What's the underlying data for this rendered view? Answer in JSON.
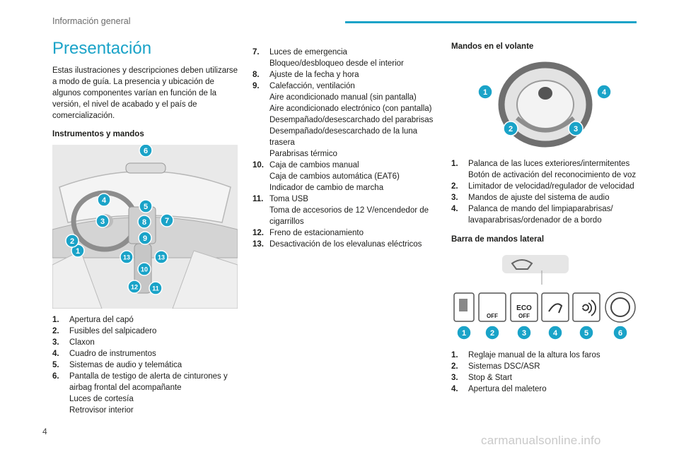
{
  "header": {
    "section_title": "Información general",
    "accent_color": "#1aa3c8"
  },
  "page_number": "4",
  "watermark": "carmanualsonline.info",
  "col1": {
    "title": "Presentación",
    "intro": "Estas ilustraciones y descripciones deben utilizarse a modo de guía. La presencia y ubicación de algunos componentes varían en función de la versión, el nivel de acabado y el país de comercialización.",
    "heading": "Instrumentos y mandos",
    "figure_labels": [
      "1",
      "2",
      "3",
      "4",
      "5",
      "6",
      "7",
      "8",
      "9",
      "10",
      "11",
      "12",
      "13",
      "13"
    ],
    "items": [
      {
        "num": "1.",
        "lines": [
          "Apertura del capó"
        ]
      },
      {
        "num": "2.",
        "lines": [
          "Fusibles del salpicadero"
        ]
      },
      {
        "num": "3.",
        "lines": [
          "Claxon"
        ]
      },
      {
        "num": "4.",
        "lines": [
          "Cuadro de instrumentos"
        ]
      },
      {
        "num": "5.",
        "lines": [
          "Sistemas de audio y telemática"
        ]
      },
      {
        "num": "6.",
        "lines": [
          "Pantalla de testigo de alerta de cinturones y airbag frontal del acompañante",
          "Luces de cortesía",
          "Retrovisor interior"
        ]
      }
    ]
  },
  "col2": {
    "items": [
      {
        "num": "7.",
        "lines": [
          "Luces de emergencia",
          "Bloqueo/desbloqueo desde el interior"
        ]
      },
      {
        "num": "8.",
        "lines": [
          "Ajuste de la fecha y hora"
        ]
      },
      {
        "num": "9.",
        "lines": [
          "Calefacción, ventilación",
          "Aire acondicionado manual (sin pantalla)",
          "Aire acondicionado electrónico (con pantalla)",
          "Desempañado/desescarchado del parabrisas",
          "Desempañado/desescarchado de la luna trasera",
          "Parabrisas térmico"
        ]
      },
      {
        "num": "10.",
        "lines": [
          "Caja de cambios manual",
          "Caja de cambios automática (EAT6)",
          "Indicador de cambio de marcha"
        ]
      },
      {
        "num": "11.",
        "lines": [
          "Toma USB",
          "Toma de accesorios de 12 V/encendedor de cigarrillos"
        ]
      },
      {
        "num": "12.",
        "lines": [
          "Freno de estacionamiento"
        ]
      },
      {
        "num": "13.",
        "lines": [
          "Desactivación de los elevalunas eléctricos"
        ]
      }
    ]
  },
  "col3": {
    "heading1": "Mandos en el volante",
    "wheel_labels": [
      "1",
      "2",
      "3",
      "4"
    ],
    "items1": [
      {
        "num": "1.",
        "lines": [
          "Palanca de las luces exteriores/intermitentes",
          "Botón de activación del reconocimiento de voz"
        ]
      },
      {
        "num": "2.",
        "lines": [
          "Limitador de velocidad/regulador de velocidad"
        ]
      },
      {
        "num": "3.",
        "lines": [
          "Mandos de ajuste del sistema de audio"
        ]
      },
      {
        "num": "4.",
        "lines": [
          "Palanca de mando del limpiaparabrisas/ lavaparabrisas/ordenador de a bordo"
        ]
      }
    ],
    "heading2": "Barra de mandos lateral",
    "bar_labels": [
      "1",
      "2",
      "3",
      "4",
      "5",
      "6"
    ],
    "button_texts": {
      "esp_off": "OFF",
      "eco": "ECO",
      "eco_off": "OFF"
    },
    "items2": [
      {
        "num": "1.",
        "lines": [
          "Reglaje manual de la altura los faros"
        ]
      },
      {
        "num": "2.",
        "lines": [
          "Sistemas DSC/ASR"
        ]
      },
      {
        "num": "3.",
        "lines": [
          "Stop & Start"
        ]
      },
      {
        "num": "4.",
        "lines": [
          "Apertura del maletero"
        ]
      }
    ]
  }
}
